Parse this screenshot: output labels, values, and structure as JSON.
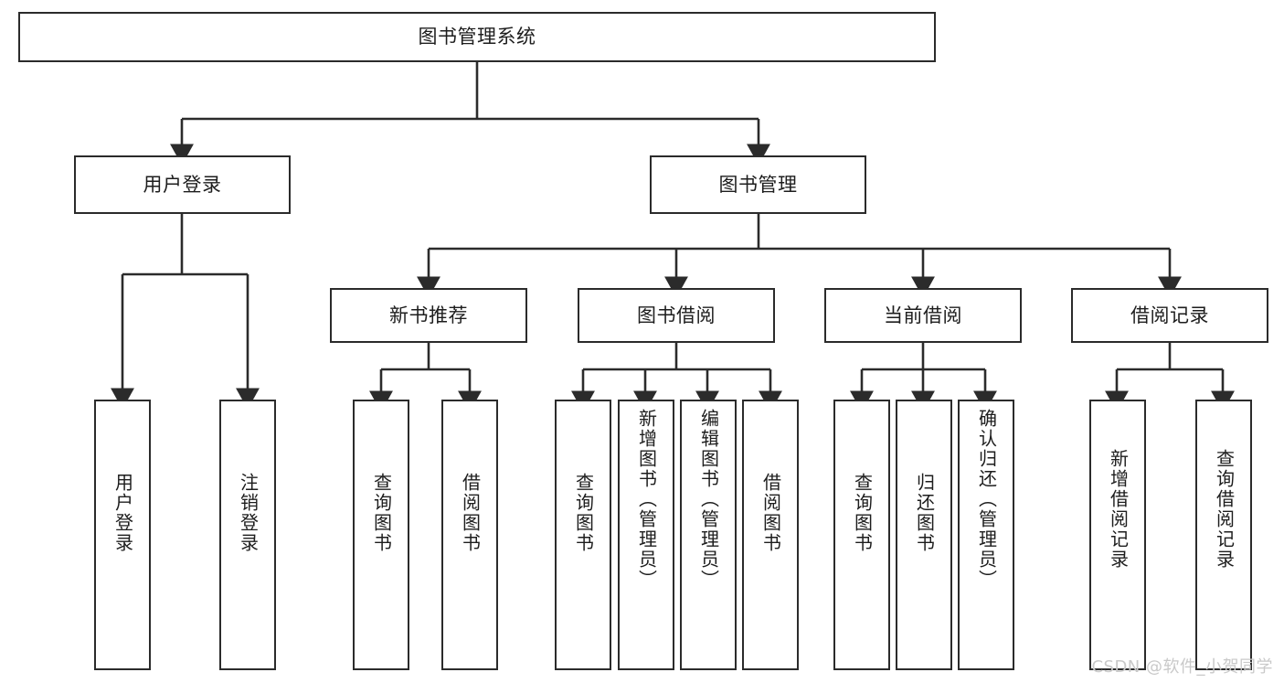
{
  "diagram": {
    "title": "图书管理系统",
    "type": "tree-hierarchy",
    "watermark": "CSDN @软件_小贺同学",
    "colors": {
      "stroke": "#2b2b2b",
      "fill": "#ffffff",
      "text": "#1d1d1d",
      "watermark": "#c9c9c9"
    },
    "root": {
      "label": "图书管理系统"
    },
    "level2": [
      {
        "label": "用户登录"
      },
      {
        "label": "图书管理"
      }
    ],
    "level3": [
      {
        "label": "新书推荐"
      },
      {
        "label": "图书借阅"
      },
      {
        "label": "当前借阅"
      },
      {
        "label": "借阅记录"
      }
    ],
    "leaves": {
      "user_login": [
        {
          "label": "用户登录"
        },
        {
          "label": "注销登录"
        }
      ],
      "new_book_recommend": [
        {
          "label": "查询图书"
        },
        {
          "label": "借阅图书"
        }
      ],
      "book_borrow": [
        {
          "label": "查询图书"
        },
        {
          "label": "新增图书（管理员）"
        },
        {
          "label": "编辑图书（管理员）"
        },
        {
          "label": "借阅图书"
        }
      ],
      "current_borrow": [
        {
          "label": "查询图书"
        },
        {
          "label": "归还图书"
        },
        {
          "label": "确认归还（管理员）"
        }
      ],
      "borrow_record": [
        {
          "label": "新增借阅记录"
        },
        {
          "label": "查询借阅记录"
        }
      ]
    }
  }
}
